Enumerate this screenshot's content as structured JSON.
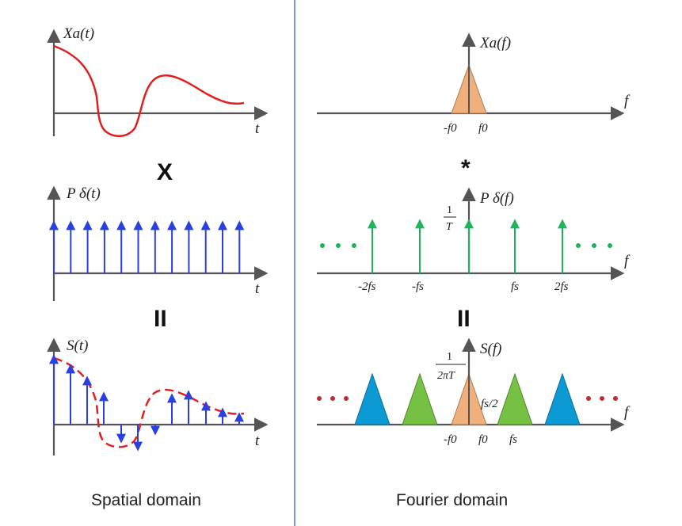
{
  "captions": {
    "left": "Spatial domain",
    "right": "Fourier domain"
  },
  "operators": {
    "multiply": "X",
    "convolve": "*",
    "equals_left": "II",
    "equals_right": "II"
  },
  "left": {
    "xa": {
      "y_label": "Xa(t)",
      "x_label": "t"
    },
    "p": {
      "y_label": "P δ(t)",
      "x_label": "t",
      "impulse_count": 12
    },
    "s": {
      "y_label": "S(t)",
      "x_label": "t"
    }
  },
  "right": {
    "xa": {
      "y_label": "Xa(f)",
      "x_label": "f",
      "ticks": [
        "-f0",
        "f0"
      ]
    },
    "p": {
      "y_label": "P δ(f)",
      "x_label": "f",
      "amp_num": "1",
      "amp_den": "T",
      "ticks": [
        "-2fs",
        "-fs",
        "fs",
        "2fs"
      ]
    },
    "s": {
      "y_label": "S(f)",
      "x_label": "f",
      "amp_num": "1",
      "amp_den": "2πT",
      "half_label": "fs/2",
      "ticks": [
        "-f0",
        "f0",
        "fs"
      ]
    }
  },
  "colors": {
    "signal": "#e02020",
    "impulse": "#2a3fe0",
    "spectrum_base": "#f0b07e",
    "spectrum_blue": "#0d9ad4",
    "spectrum_green": "#76c043",
    "comb": "#1fb35a",
    "dots_red": "#b83030",
    "divider": "#4a78c2"
  }
}
